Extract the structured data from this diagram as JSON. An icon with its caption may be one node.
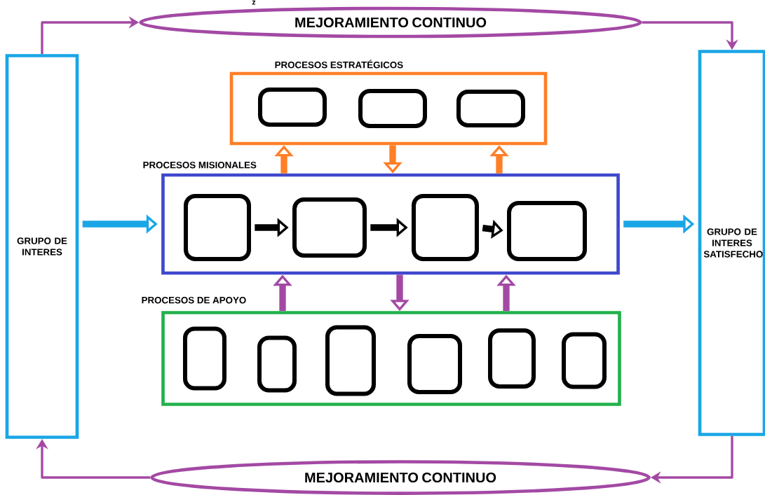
{
  "diagram": {
    "nodes": [
      {
        "text": [
          "GRUPO DE INTERES"
        ]
      },
      {
        "text": [
          "MEJORAMIENTO CONTINUO"
        ],
        "beside": [
          "z"
        ]
      },
      {
        "text": [
          "GRUPO DE INTERES SATISFECHO"
        ]
      },
      {
        "text": [
          "PROCESOS ESTRATÉGICOS"
        ]
      },
      {
        "text": [],
        "shape": "box",
        "in": 3
      },
      {
        "text": [],
        "shape": "box",
        "in": 3
      },
      {
        "text": [],
        "shape": "box",
        "in": 3
      },
      {
        "text": [
          "PROCESOS MISIONALES"
        ]
      },
      {
        "text": [],
        "shape": "box",
        "in": 7
      },
      {
        "text": [],
        "shape": "box",
        "in": 7
      },
      {
        "text": [],
        "shape": "box",
        "in": 7
      },
      {
        "text": [],
        "shape": "box",
        "in": 7
      },
      {
        "text": [
          "PROCESOS DE APOYO"
        ]
      },
      {
        "text": [],
        "shape": "box",
        "in": 12
      },
      {
        "text": [],
        "shape": "box",
        "in": 12
      },
      {
        "text": [],
        "shape": "box",
        "in": 12
      },
      {
        "text": [],
        "shape": "box",
        "in": 12
      },
      {
        "text": [],
        "shape": "box",
        "in": 12
      },
      {
        "text": [],
        "shape": "box",
        "in": 12
      },
      {
        "text": [
          "MEJORAMIENTO CONTINUO"
        ]
      }
    ],
    "edges": [
      {
        "from": 0,
        "to": 1,
        "arrow": "to"
      },
      {
        "from": 1,
        "to": 2,
        "arrow": "to"
      },
      {
        "from": 2,
        "to": 19,
        "arrow": "to"
      },
      {
        "from": 19,
        "to": 0,
        "arrow": "to"
      },
      {
        "from": 0,
        "to": 7,
        "arrow": "to",
        "color": "#1aa6e6"
      },
      {
        "from": 7,
        "to": 2,
        "arrow": "to",
        "color": "#1aa6e6"
      },
      {
        "from": 7,
        "to": 3,
        "arrow": "to",
        "color": "#ff7f27"
      },
      {
        "from": 3,
        "to": 7,
        "arrow": "to",
        "color": "#ff7f27"
      },
      {
        "from": 7,
        "to": 3,
        "arrow": "to",
        "color": "#ff7f27"
      },
      {
        "from": 8,
        "to": 9,
        "arrow": "to",
        "color": "#000000"
      },
      {
        "from": 9,
        "to": 10,
        "arrow": "to",
        "color": "#000000"
      },
      {
        "from": 10,
        "to": 11,
        "arrow": "to",
        "color": "#000000"
      },
      {
        "from": 12,
        "to": 7,
        "arrow": "to"
      },
      {
        "from": 7,
        "to": 12,
        "arrow": "to"
      },
      {
        "from": 12,
        "to": 7,
        "arrow": "to"
      }
    ]
  }
}
